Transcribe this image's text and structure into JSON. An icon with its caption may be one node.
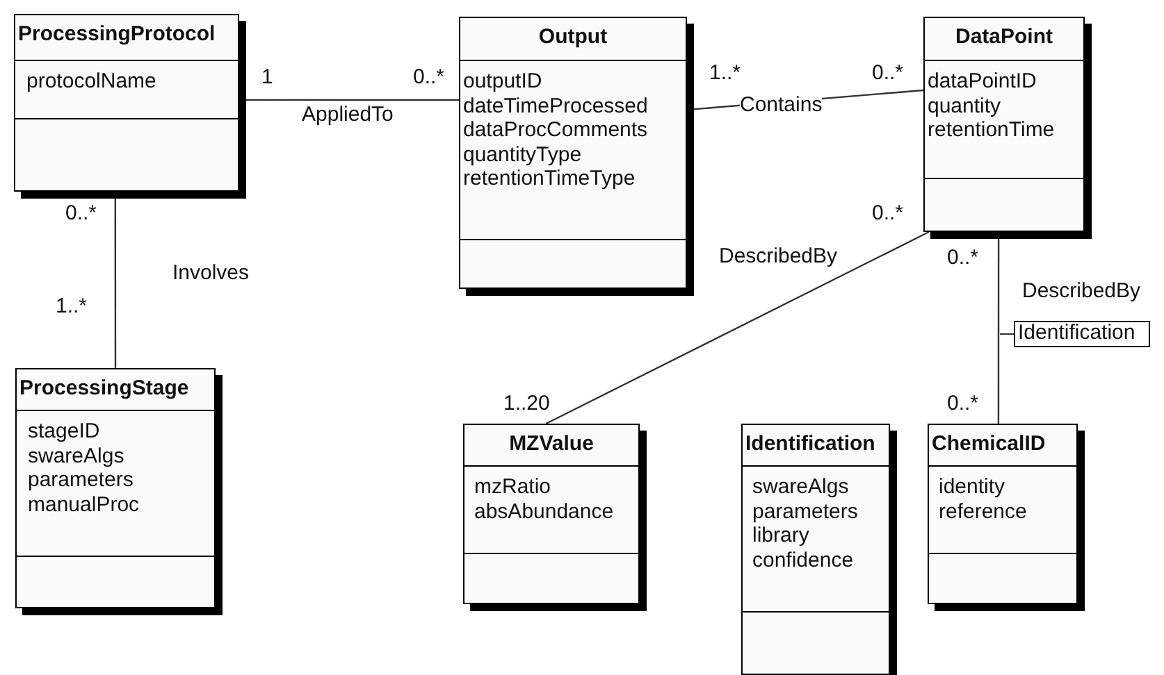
{
  "diagram": {
    "nodes": [
      {
        "text": [
          "ProcessingProtocol",
          "protocolName"
        ]
      },
      {
        "text": [
          "Output",
          "outputID",
          "dateTimeProcessed",
          "dataProcComments",
          "quantityType",
          "retentionTimeType"
        ]
      },
      {
        "text": [
          "DataPoint",
          "dataPointID",
          "quantity",
          "retentionTime"
        ]
      },
      {
        "text": [
          "Identification"
        ]
      },
      {
        "text": [
          "ProcessingStage",
          "stageID",
          "swareAlgs",
          "parameters",
          "manualProc"
        ]
      },
      {
        "text": [
          "MZValue",
          "mzRatio",
          "absAbundance"
        ]
      },
      {
        "text": [
          "Identification",
          "swareAlgs",
          "parameters",
          "library",
          "confidence"
        ]
      },
      {
        "text": [
          "ChemicalID",
          "identity",
          "reference"
        ]
      }
    ],
    "edges": [
      {
        "from": 0,
        "to": 1,
        "arrow": "none",
        "label": "AppliedTo"
      },
      {
        "from": 1,
        "to": 2,
        "arrow": "none",
        "label": "Contains"
      },
      {
        "from": 0,
        "to": 4,
        "arrow": "none",
        "label": "Involves"
      },
      {
        "from": 2,
        "to": 5,
        "arrow": "none",
        "label": "DescribedBy"
      },
      {
        "from": 2,
        "to": 7,
        "arrow": "none",
        "label": "DescribedBy"
      }
    ],
    "labels": [
      "1",
      "0..*",
      "1..*",
      "0..*",
      "0..*",
      "0..*",
      "0..*",
      "1..*",
      "1..20",
      "0..*"
    ]
  }
}
